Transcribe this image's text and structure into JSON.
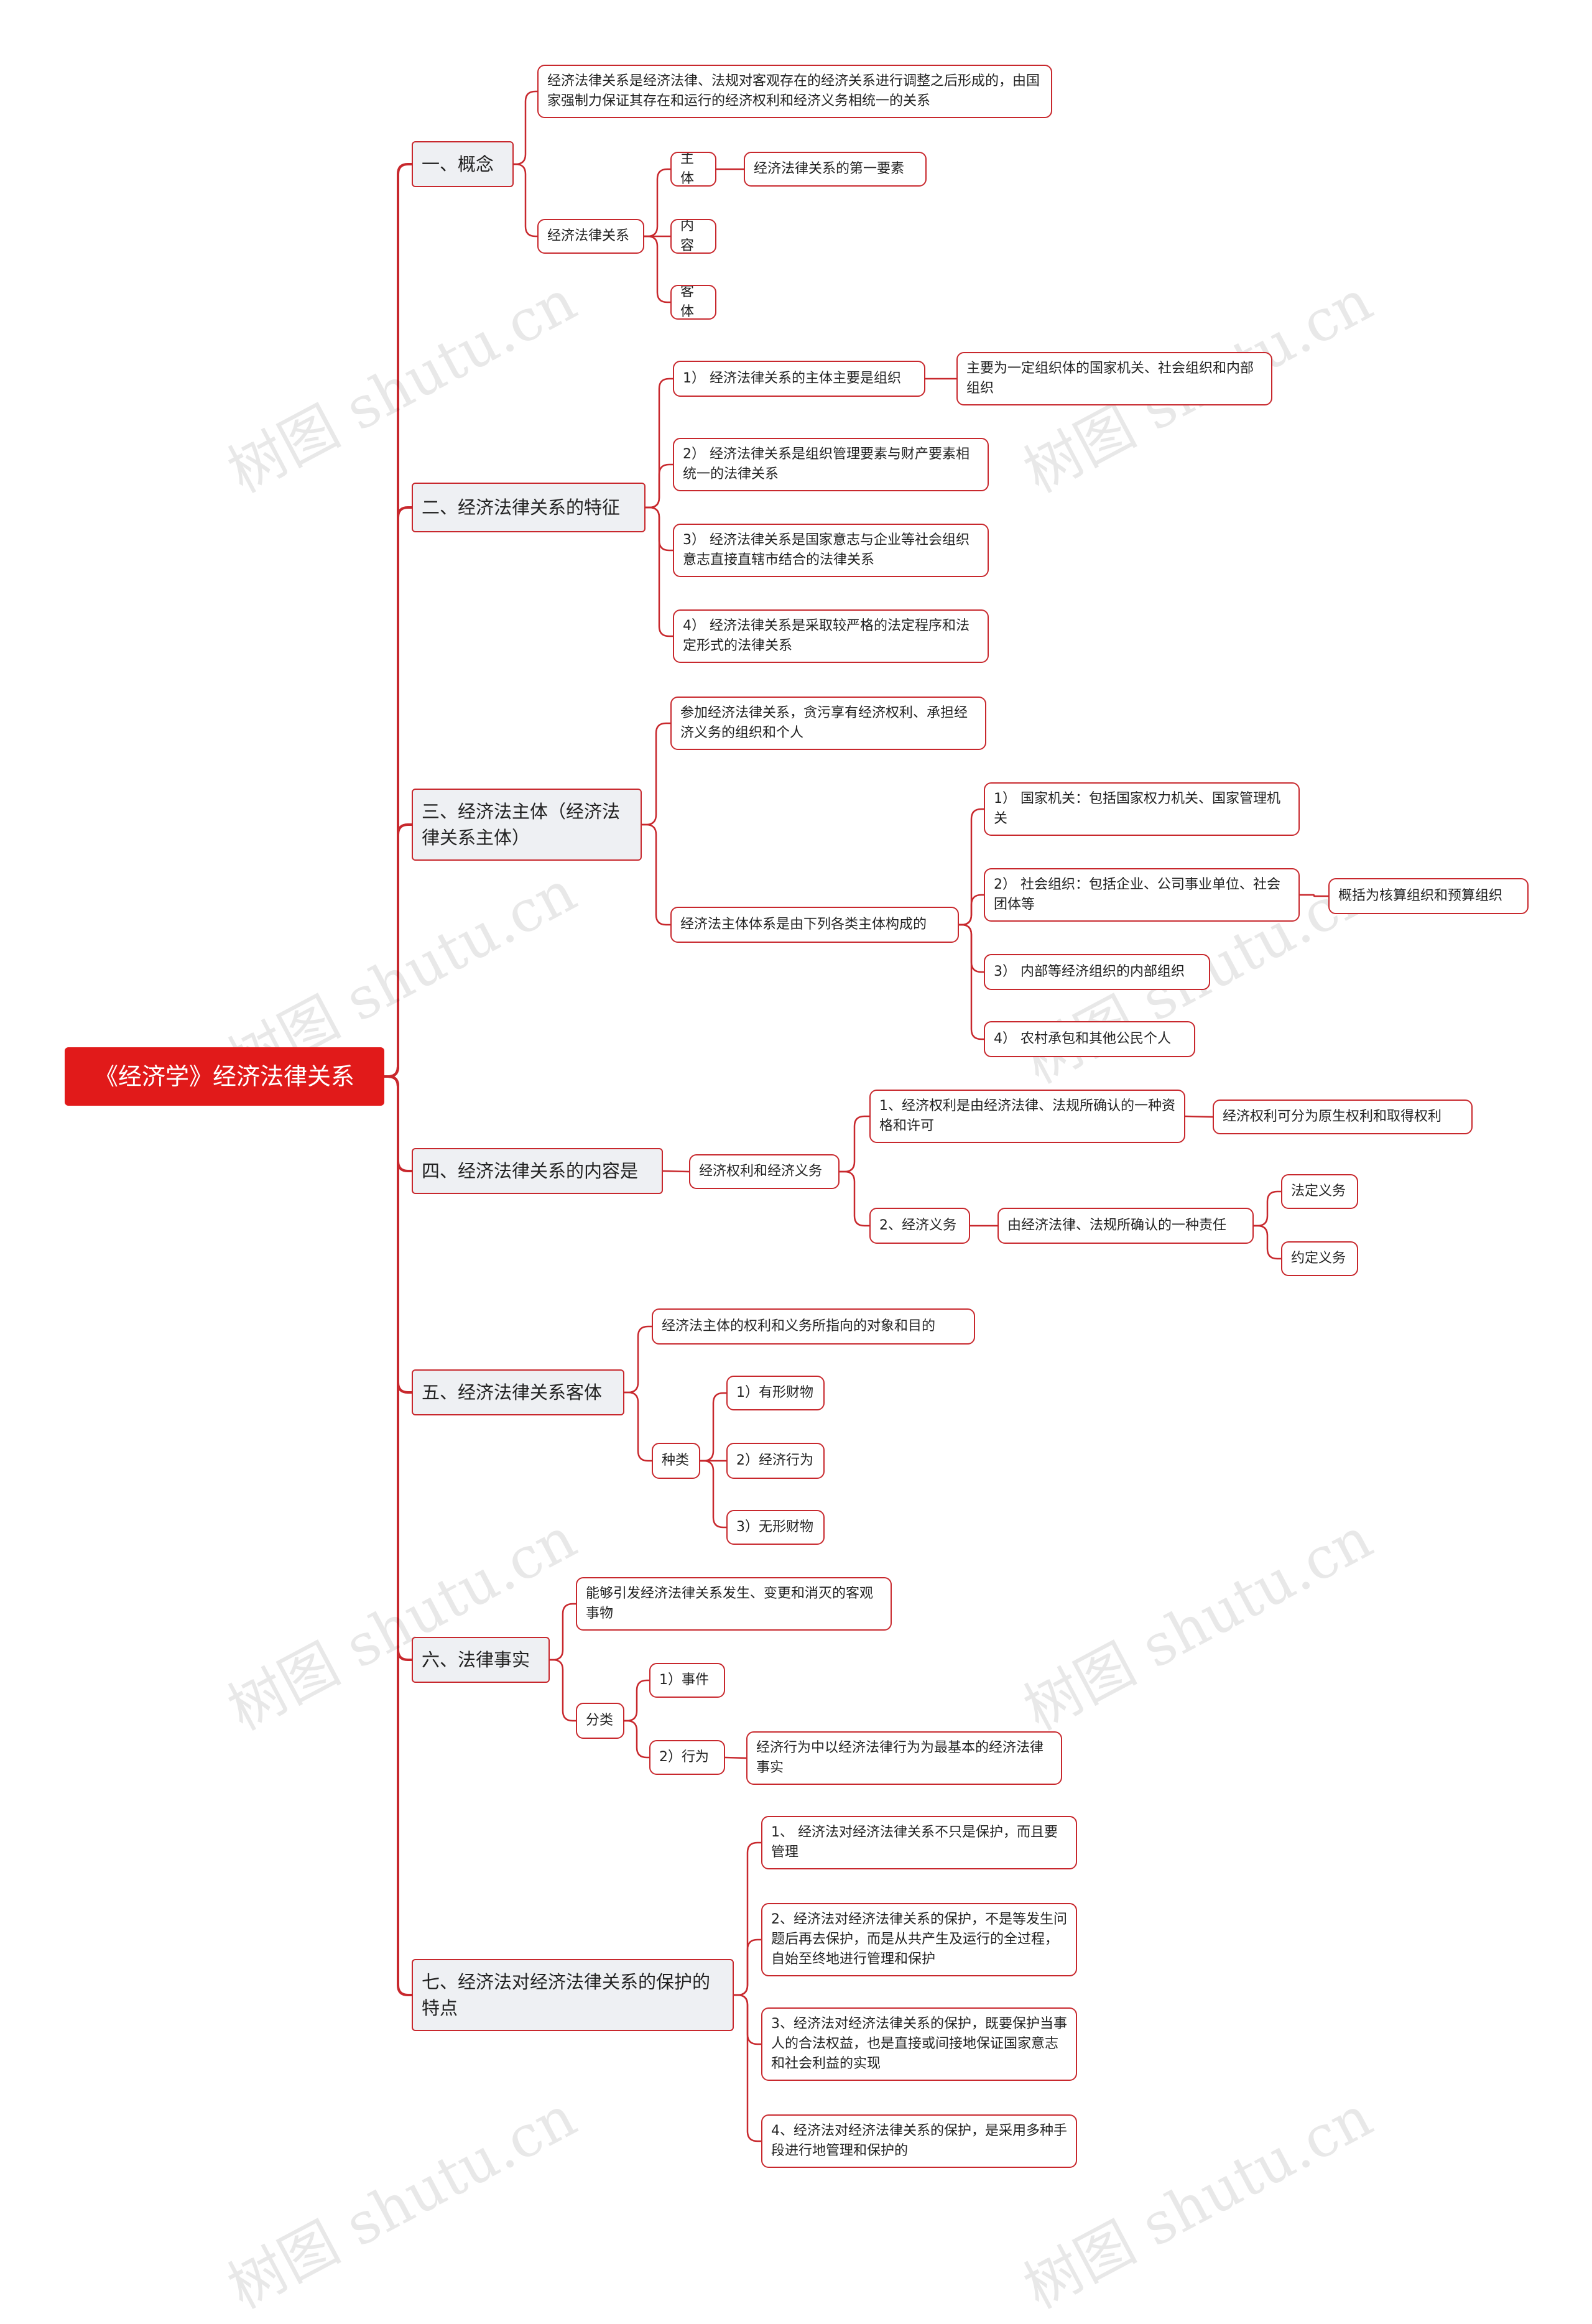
{
  "colors": {
    "accent": "#e11a1a",
    "line": "#c8282d",
    "l1_bg": "#eef0f3"
  },
  "watermark": "树图 shutu.cn",
  "mindmap": {
    "root": "《经济学》经济法律关系",
    "n1": {
      "label": "一、概念",
      "a": "经济法律关系是经济法律、法规对客观存在的经济关系进行调整之后形成的，由国家强制力保证其存在和运行的经济权利和经济义务相统一的关系",
      "b": "经济法律关系",
      "b1": "主体",
      "b1a": "经济法律关系的第一要素",
      "b2": "内容",
      "b3": "客体"
    },
    "n2": {
      "label": "二、经济法律关系的特征",
      "a": "1） 经济法律关系的主体主要是组织",
      "a1": "主要为一定组织体的国家机关、社会组织和内部组织",
      "b": "2） 经济法律关系是组织管理要素与财产要素相统一的法律关系",
      "c": "3） 经济法律关系是国家意志与企业等社会组织意志直接直辖市结合的法律关系",
      "d": "4） 经济法律关系是采取较严格的法定程序和法定形式的法律关系"
    },
    "n3": {
      "label": "三、经济法主体（经济法律关系主体）",
      "a": "参加经济法律关系，贪污享有经济权利、承担经济义务的组织和个人",
      "b": "经济法主体体系是由下列各类主体构成的",
      "b1": "1） 国家机关：包括国家权力机关、国家管理机关",
      "b2": "2） 社会组织：包括企业、公司事业单位、社会团体等",
      "b2a": "概括为核算组织和预算组织",
      "b3": "3） 内部等经济组织的内部组织",
      "b4": "4） 农村承包和其他公民个人"
    },
    "n4": {
      "label": "四、经济法律关系的内容是",
      "a": "经济权利和经济义务",
      "a1": "1、经济权利是由经济法律、法规所确认的一种资格和许可",
      "a1a": "经济权利可分为原生权利和取得权利",
      "a2": "2、经济义务",
      "a2a": "由经济法律、法规所确认的一种责任",
      "a2a1": "法定义务",
      "a2a2": "约定义务"
    },
    "n5": {
      "label": "五、经济法律关系客体",
      "a": "经济法主体的权利和义务所指向的对象和目的",
      "b": "种类",
      "b1": "1）有形财物",
      "b2": "2）经济行为",
      "b3": "3）无形财物"
    },
    "n6": {
      "label": "六、法律事实",
      "a": "能够引发经济法律关系发生、变更和消灭的客观事物",
      "b": "分类",
      "b1": "1）事件",
      "b2": "2）行为",
      "b2a": "经济行为中以经济法律行为为最基本的经济法律事实"
    },
    "n7": {
      "label": "七、经济法对经济法律关系的保护的特点",
      "a": "1、 经济法对经济法律关系不只是保护，而且要管理",
      "b": "2、经济法对经济法律关系的保护，不是等发生问题后再去保护，而是从共产生及运行的全过程，自始至终地进行管理和保护",
      "c": "3、经济法对经济法律关系的保护，既要保护当事人的合法权益，也是直接或间接地保证国家意志和社会利益的实现",
      "d": "4、经济法对经济法律关系的保护，是采用多种手段进行地管理和保护的"
    }
  }
}
